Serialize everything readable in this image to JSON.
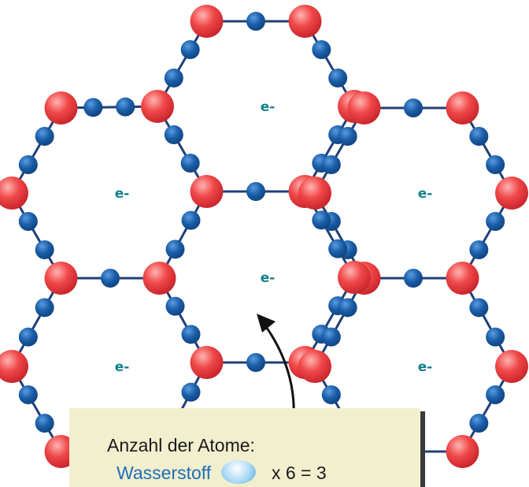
{
  "colors": {
    "bond": "#1f3f77",
    "atom_red": "#e83b3b",
    "atom_blue": "#1a5ea8",
    "electron_label": "#13808a",
    "card_bg": "#f2efcf"
  },
  "lattice": {
    "electron_label": "e-",
    "cells": [
      {
        "name": "hex-top"
      },
      {
        "name": "hex-upper-left"
      },
      {
        "name": "hex-upper-right"
      },
      {
        "name": "hex-center"
      },
      {
        "name": "hex-lower-left"
      },
      {
        "name": "hex-lower-right"
      }
    ]
  },
  "legend": {
    "title": "Anzahl der Atome:",
    "row_label": "Wasserstoff",
    "row_icon": "hydrogen-atom-icon",
    "row_calc": "x 6 = 3"
  }
}
